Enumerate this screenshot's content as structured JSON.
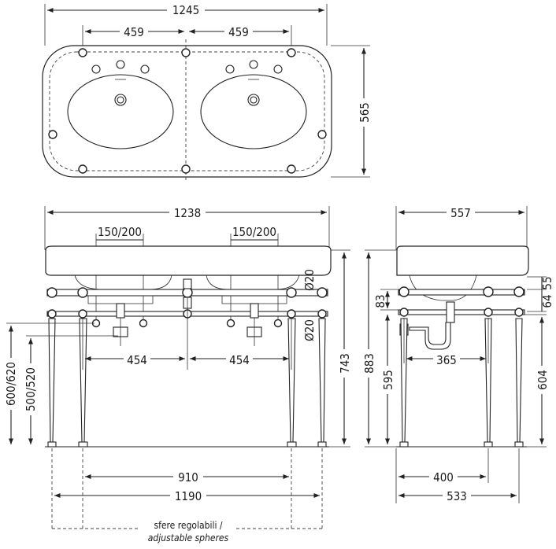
{
  "top_view": {
    "overall_width": "1245",
    "half_left": "459",
    "half_right": "459",
    "depth": "565"
  },
  "front_view": {
    "top_width": "1238",
    "tap_spacing_left": "150/200",
    "tap_spacing_right": "150/200",
    "tube_diameter_top": "Ø20",
    "tube_diameter_low": "Ø20",
    "leg_spacing_left": "454",
    "leg_spacing_right": "454",
    "inner_leg_span": "910",
    "outer_leg_span": "1190",
    "height_overall": "743",
    "height_range_1": "600/620",
    "height_range_2": "500/520",
    "height_total": "883",
    "height_rail": "595",
    "rail_gap": "83"
  },
  "side_view": {
    "depth_top": "557",
    "bowl_height": "55",
    "rail_offset": "64",
    "trap_depth": "365",
    "leg_height": "604",
    "leg_span_inner": "400",
    "leg_span_outer": "533"
  },
  "note": {
    "line1": "sfere regolabili /",
    "line2": "adjustable spheres"
  }
}
